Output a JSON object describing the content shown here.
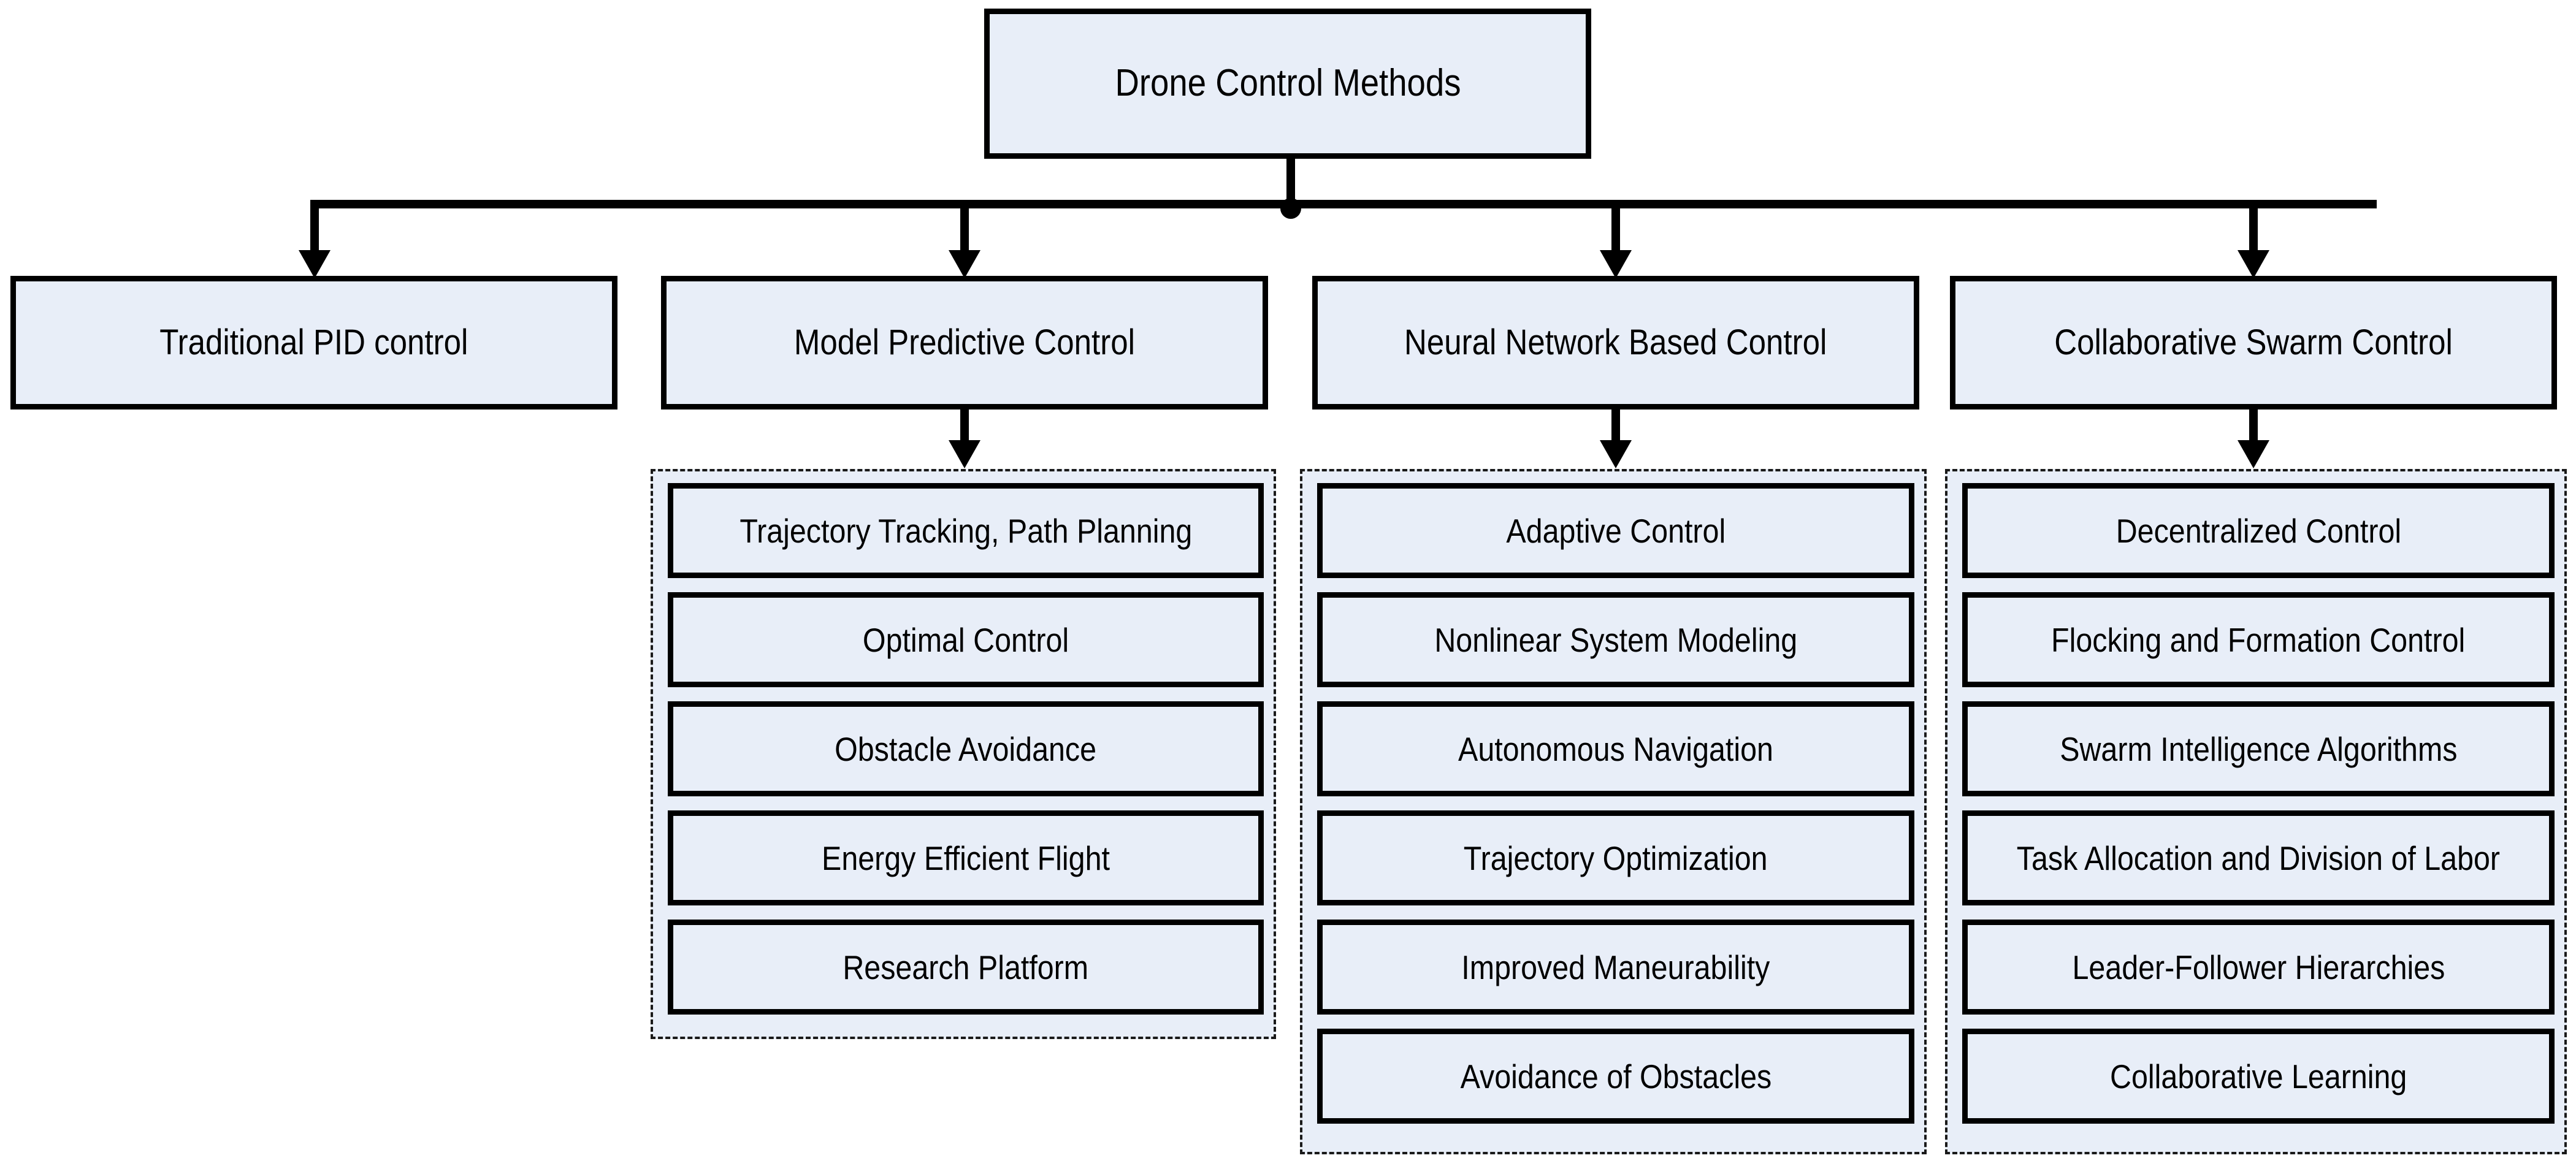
{
  "diagram": {
    "title": "Drone Control Methods",
    "type": "tree-hierarchy",
    "colors": {
      "node_fill": "#e8eef8",
      "node_border": "#000000",
      "group_border": "#1a1a1a",
      "background": "#ffffff",
      "text": "#000000"
    },
    "root": {
      "label": "Drone Control Methods"
    },
    "branches": [
      {
        "id": "traditional-pid-control",
        "label": "Traditional PID control",
        "children": []
      },
      {
        "id": "model-predictive-control",
        "label": "Model Predictive Control",
        "children": [
          "Trajectory Tracking, Path Planning",
          "Optimal Control",
          "Obstacle Avoidance",
          "Energy Efficient Flight",
          "Research Platform"
        ]
      },
      {
        "id": "neural-network-based-control",
        "label": "Neural Network Based Control",
        "children": [
          "Adaptive Control",
          "Nonlinear System Modeling",
          "Autonomous Navigation",
          "Trajectory Optimization",
          "Improved Maneurability",
          "Avoidance of Obstacles"
        ]
      },
      {
        "id": "collaborative-swarm-control",
        "label": "Collaborative Swarm Control",
        "children": [
          "Decentralized Control",
          "Flocking and Formation Control",
          "Swarm Intelligence Algorithms",
          "Task Allocation and Division of Labor",
          "Leader-Follower Hierarchies",
          "Collaborative Learning"
        ]
      }
    ]
  }
}
